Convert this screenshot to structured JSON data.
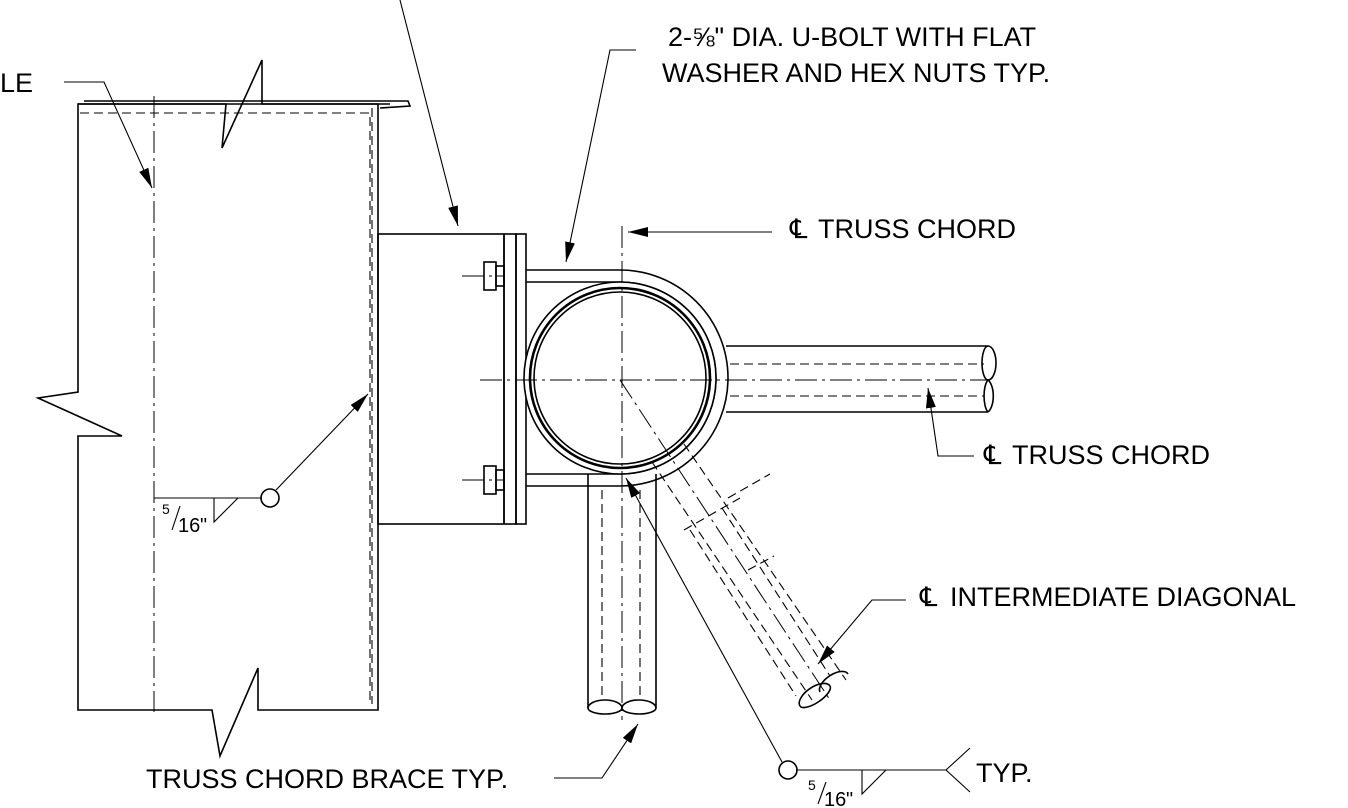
{
  "labels": {
    "pole": "LE",
    "ubolt_line1": "2-⅝\" DIA. U-BOLT WITH FLAT",
    "ubolt_line2": "WASHER AND HEX NUTS TYP.",
    "cl_symbol": "℄",
    "cl_truss_chord_top": "TRUSS CHORD",
    "cl_truss_chord_right": "TRUSS CHORD",
    "cl_intermediate_diagonal": "INTERMEDIATE DIAGONAL",
    "truss_chord_brace": "TRUSS CHORD BRACE TYP.",
    "weld_typ": "TYP."
  },
  "welds": {
    "left": {
      "num": "5",
      "den": "16",
      "unit": "\""
    },
    "bottom": {
      "num": "5",
      "den": "16",
      "unit": "\""
    }
  }
}
